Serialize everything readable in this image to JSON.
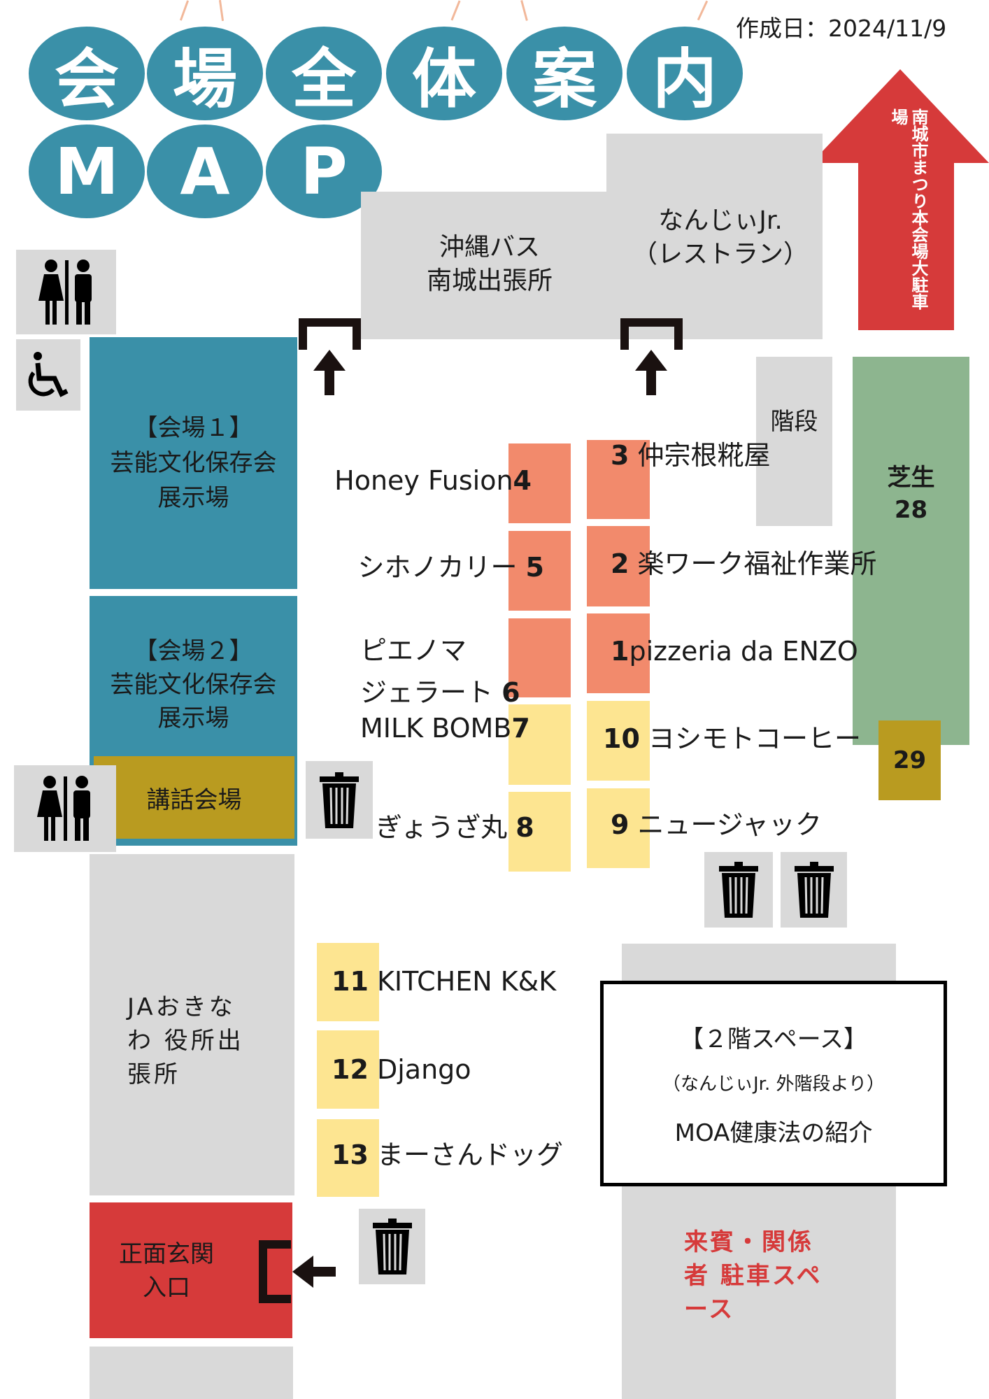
{
  "header": {
    "title_chars": [
      "会",
      "場",
      "全",
      "体",
      "案",
      "内"
    ],
    "map_chars": [
      "M",
      "A",
      "P"
    ],
    "date": "作成日：2024/11/9"
  },
  "arrow_north": {
    "label": "南城市まつり本会場大駐車場"
  },
  "buildings": {
    "bus": "沖縄バス\n南城出張所",
    "nanjii": "なんじぃJr.\n（レストラン）",
    "stairs": "階段",
    "lawn": "芝生\n28",
    "hall1": "【会場１】\n芸能文化保存会\n展示場",
    "hall2": "【会場２】\n芸能文化保存会\n展示場",
    "lecture": "講話会場",
    "ja": "JAおきな\nわ 役所出\n張所",
    "entrance": "正面玄関\n入口",
    "parking": "来賓・関係\n者 駐車スペ\nース"
  },
  "second_floor": {
    "title": "【２階スペース】",
    "sub": "（なんじぃJr. 外階段より）",
    "desc": "MOA健康法の紹介"
  },
  "booths": [
    {
      "num": "1",
      "name": "pizzeria da ENZO"
    },
    {
      "num": "2",
      "name": "楽ワーク福祉作業所"
    },
    {
      "num": "3",
      "name": "仲宗根糀屋"
    },
    {
      "num": "4",
      "name": "Honey Fusion"
    },
    {
      "num": "5",
      "name": "シホノカリー "
    },
    {
      "num": "6",
      "name": "ピエノマ\nジェラート "
    },
    {
      "num": "7",
      "name": "MILK BOMB"
    },
    {
      "num": "8",
      "name": "ぎょうざ丸 "
    },
    {
      "num": "9",
      "name": "ニュージャック"
    },
    {
      "num": "10",
      "name": "ヨシモトコーヒー"
    },
    {
      "num": "11",
      "name": "KITCHEN K&K"
    },
    {
      "num": "12",
      "name": "Django"
    },
    {
      "num": "13",
      "name": "まーさんドッグ"
    },
    {
      "num": "29",
      "name": ""
    }
  ],
  "colors": {
    "teal": "#3a90a8",
    "salmon": "#f28a6c",
    "yellow": "#fde591",
    "red": "#d63a3a",
    "green": "#8db58f",
    "mustard": "#b99b20",
    "gray": "#d9d9d9"
  }
}
